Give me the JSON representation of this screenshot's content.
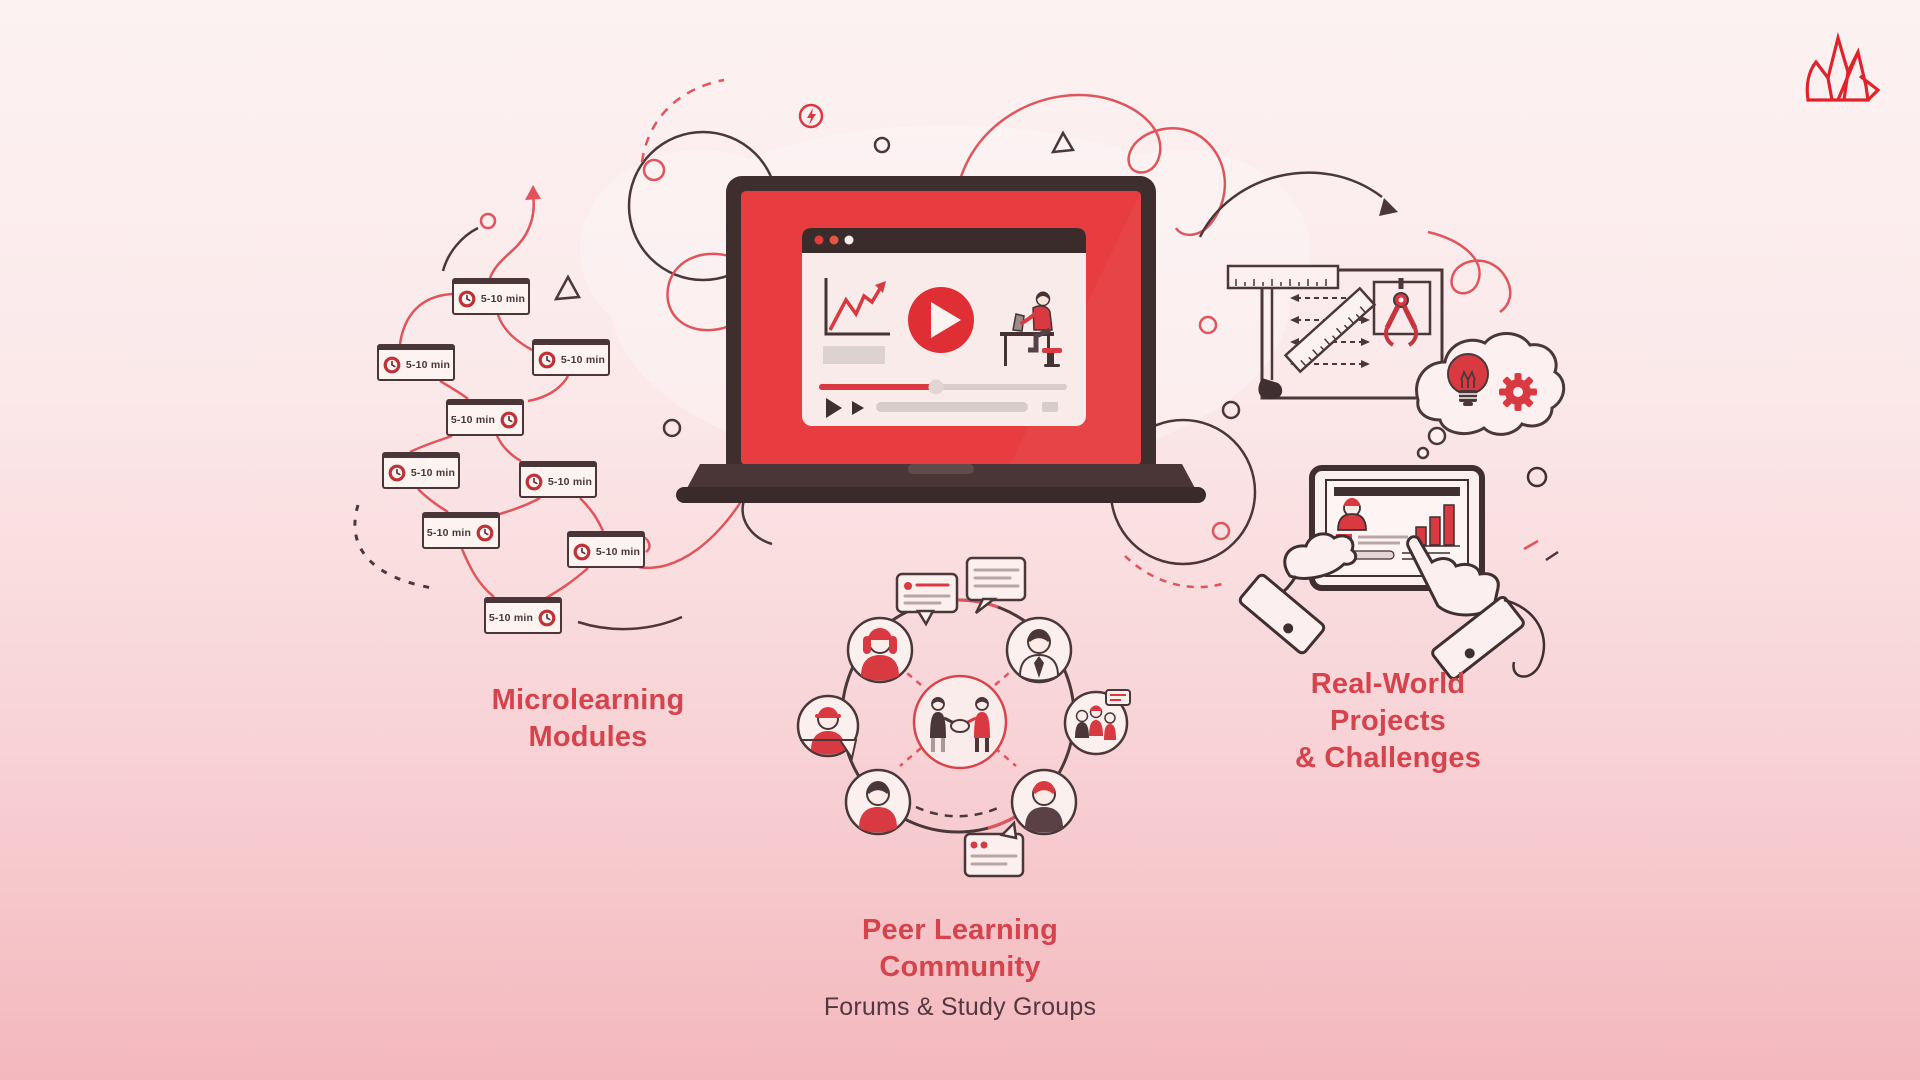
{
  "background": {
    "gradient_top": "#fcf2f2",
    "gradient_bottom": "#f3b8bd"
  },
  "colors": {
    "heading_red": "#d5434c",
    "accent_red": "#d93a41",
    "line_red": "#e0555b",
    "outline_dark": "#4b3739",
    "subtitle_dark": "#54383e",
    "laptop_screen_red": "#e73d40",
    "panel_bg": "#f8ebe9"
  },
  "brand": {
    "logo_icon": "flame-crystal-icon",
    "logo_color": "#e0232a"
  },
  "sections": {
    "microlearning": {
      "title": [
        "Microlearning",
        "Modules"
      ],
      "modules": [
        {
          "duration": "5-10 min",
          "clock_position": "left"
        },
        {
          "duration": "5-10 min",
          "clock_position": "left"
        },
        {
          "duration": "5-10 min",
          "clock_position": "left"
        },
        {
          "duration": "5-10 min",
          "clock_position": "right"
        },
        {
          "duration": "5-10 min",
          "clock_position": "left"
        },
        {
          "duration": "5-10 min",
          "clock_position": "left"
        },
        {
          "duration": "5-10 min",
          "clock_position": "right"
        },
        {
          "duration": "5-10 min",
          "clock_position": "left"
        },
        {
          "duration": "5-10 min",
          "clock_position": "right"
        }
      ]
    },
    "peer_learning": {
      "title": [
        "Peer Learning",
        "Community"
      ],
      "subtitle": "Forums & Study Groups"
    },
    "real_world": {
      "title": [
        "Real-World",
        "Projects",
        "& Challenges"
      ]
    }
  },
  "icons": {
    "clock": "clock-icon",
    "play": "play-button-icon",
    "chart": "line-chart-icon",
    "person_desk": "person-at-desk-icon",
    "browser": "browser-window-icon",
    "laptop": "laptop-icon",
    "speech": "speech-bubble-icon",
    "handshake": "handshake-icon",
    "tsquare": "t-square-icon",
    "ruler": "ruler-icon",
    "compass": "drafting-compass-icon",
    "cloud": "thought-cloud-icon",
    "bulb": "lightbulb-icon",
    "gear": "gear-icon",
    "tablet": "tablet-icon",
    "hands": "hand-icons",
    "logo": "flame-crystal-icon",
    "lightning": "lightning-icon"
  }
}
